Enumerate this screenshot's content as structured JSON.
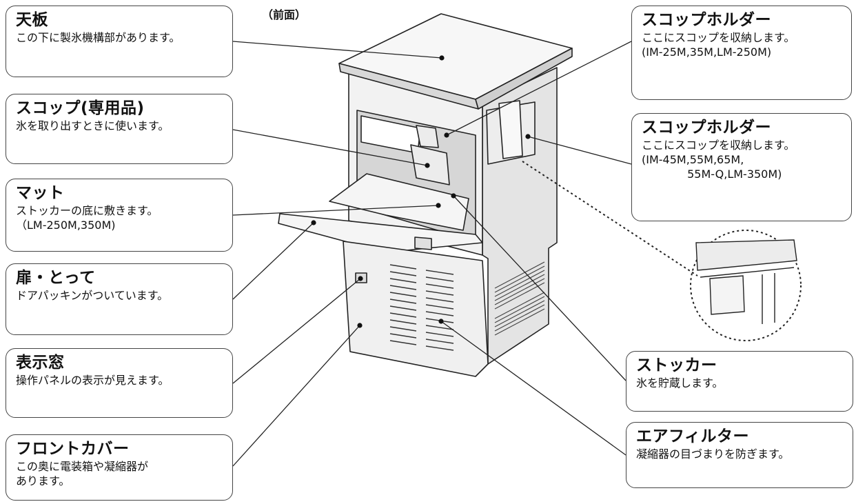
{
  "view_label": "（前面）",
  "callouts": {
    "top_panel": {
      "title": "天板",
      "desc": "この下に製氷機構部があります。"
    },
    "scoop": {
      "title": "スコップ(専用品)",
      "desc": "氷を取り出すときに使います。"
    },
    "mat": {
      "title": "マット",
      "desc": "ストッカーの底に敷きます。\n（LM-250M,350M)"
    },
    "door": {
      "title": "扉・とって",
      "desc": "ドアパッキンがついています。"
    },
    "window": {
      "title": "表示窓",
      "desc": "操作パネルの表示が見えます。"
    },
    "front_cover": {
      "title": "フロントカバー",
      "desc": "この奥に電装箱や凝縮器が\nあります。"
    },
    "holder_small": {
      "title": "スコップホルダー",
      "desc": "ここにスコップを収納します。\n(IM-25M,35M,LM-250M)"
    },
    "holder_large": {
      "title": "スコップホルダー",
      "desc": "ここにスコップを収納します。\n(IM-45M,55M,65M,\n             55M-Q,LM-350M)"
    },
    "stocker": {
      "title": "ストッカー",
      "desc": "氷を貯蔵します。"
    },
    "air_filter": {
      "title": "エアフィルター",
      "desc": "凝縮器の目づまりを防ぎます。"
    }
  }
}
